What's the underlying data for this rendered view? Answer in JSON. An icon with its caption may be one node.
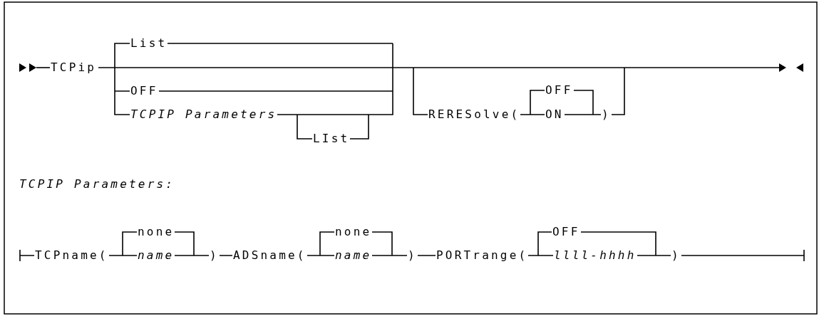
{
  "diagram": {
    "labels": [
      "List",
      "TCPip",
      "OFF",
      "TCPIP Parameters",
      "LIst",
      "OFF",
      "RERESolve(",
      "ON",
      ")",
      "TCPIP Parameters:",
      "none",
      "none",
      "OFF",
      "TCPname(",
      "name",
      ")",
      "ADSname(",
      "name",
      ")",
      "PORTrange(",
      "llll-hhhh",
      ")"
    ]
  }
}
